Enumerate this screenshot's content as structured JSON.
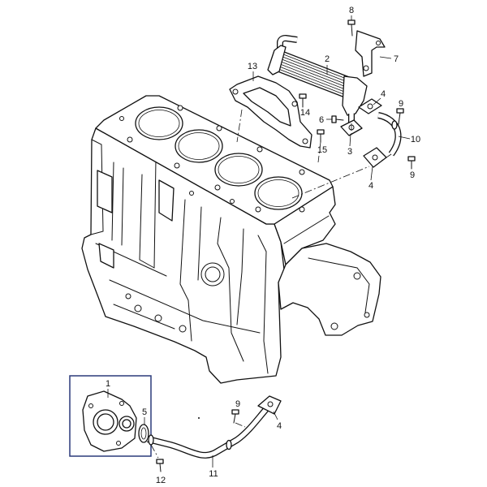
{
  "diagram": {
    "callouts": [
      "8",
      "7",
      "2",
      "13",
      "4",
      "9",
      "14",
      "6",
      "10",
      "15",
      "3",
      "9",
      "4",
      "1",
      "5",
      "9",
      "4",
      "11",
      "12"
    ]
  },
  "colors": {
    "line": "#111111",
    "frame": "#2b3a7a"
  }
}
